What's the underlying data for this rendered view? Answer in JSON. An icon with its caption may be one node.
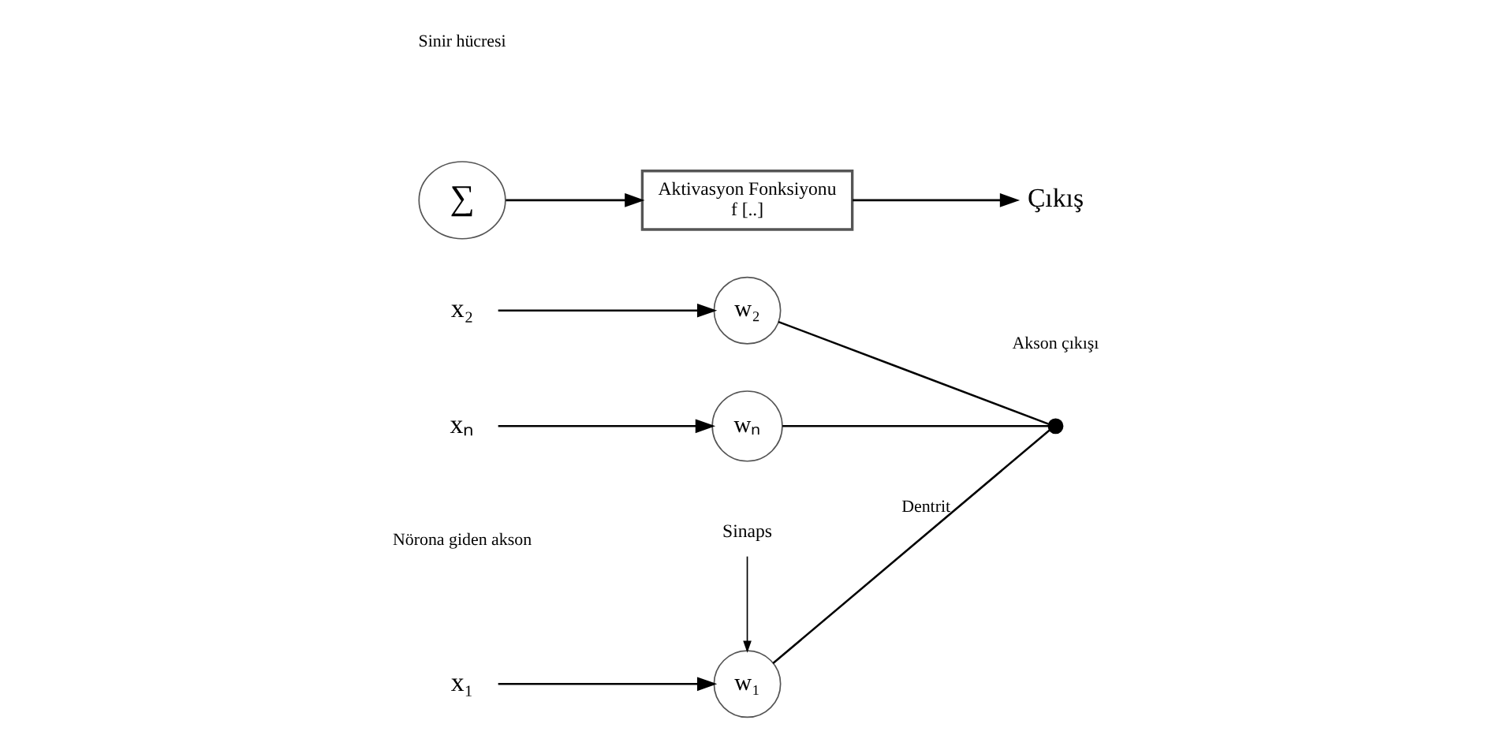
{
  "diagram": {
    "nodes": [
      {
        "text": [
          "x₁"
        ]
      },
      {
        "text": [
          "x₂"
        ]
      },
      {
        "text": [
          "xₙ"
        ]
      },
      {
        "text": [
          "Sinaps"
        ]
      },
      {
        "text": [
          "w₁"
        ]
      },
      {
        "text": [
          "w₂"
        ]
      },
      {
        "text": [
          "wₙ"
        ]
      },
      {
        "text": [],
        "shape": "circle"
      },
      {
        "text": [
          "∑"
        ]
      },
      {
        "text": [
          "Aktivasyon Fonksiyonu",
          "f [..]"
        ]
      },
      {
        "text": [
          "Çıkış"
        ]
      }
    ],
    "edges": [
      {
        "from": 0,
        "to": 4,
        "arrow": "to"
      },
      {
        "from": 1,
        "to": 5,
        "arrow": "to"
      },
      {
        "from": 2,
        "to": 6,
        "arrow": "to"
      },
      {
        "from": 3,
        "to": 4,
        "arrow": "to"
      },
      {
        "from": 4,
        "to": 7,
        "arrow": "none",
        "label": "Dentrit"
      },
      {
        "from": 5,
        "to": 7,
        "arrow": "none"
      },
      {
        "from": 6,
        "to": 7,
        "arrow": "none"
      },
      {
        "from": 8,
        "to": 9,
        "arrow": "to"
      },
      {
        "from": 9,
        "to": 10,
        "arrow": "to"
      }
    ],
    "labels": [
      "Nörona giden akson",
      "Sinir hücresi",
      "Akson çıkışı"
    ]
  }
}
